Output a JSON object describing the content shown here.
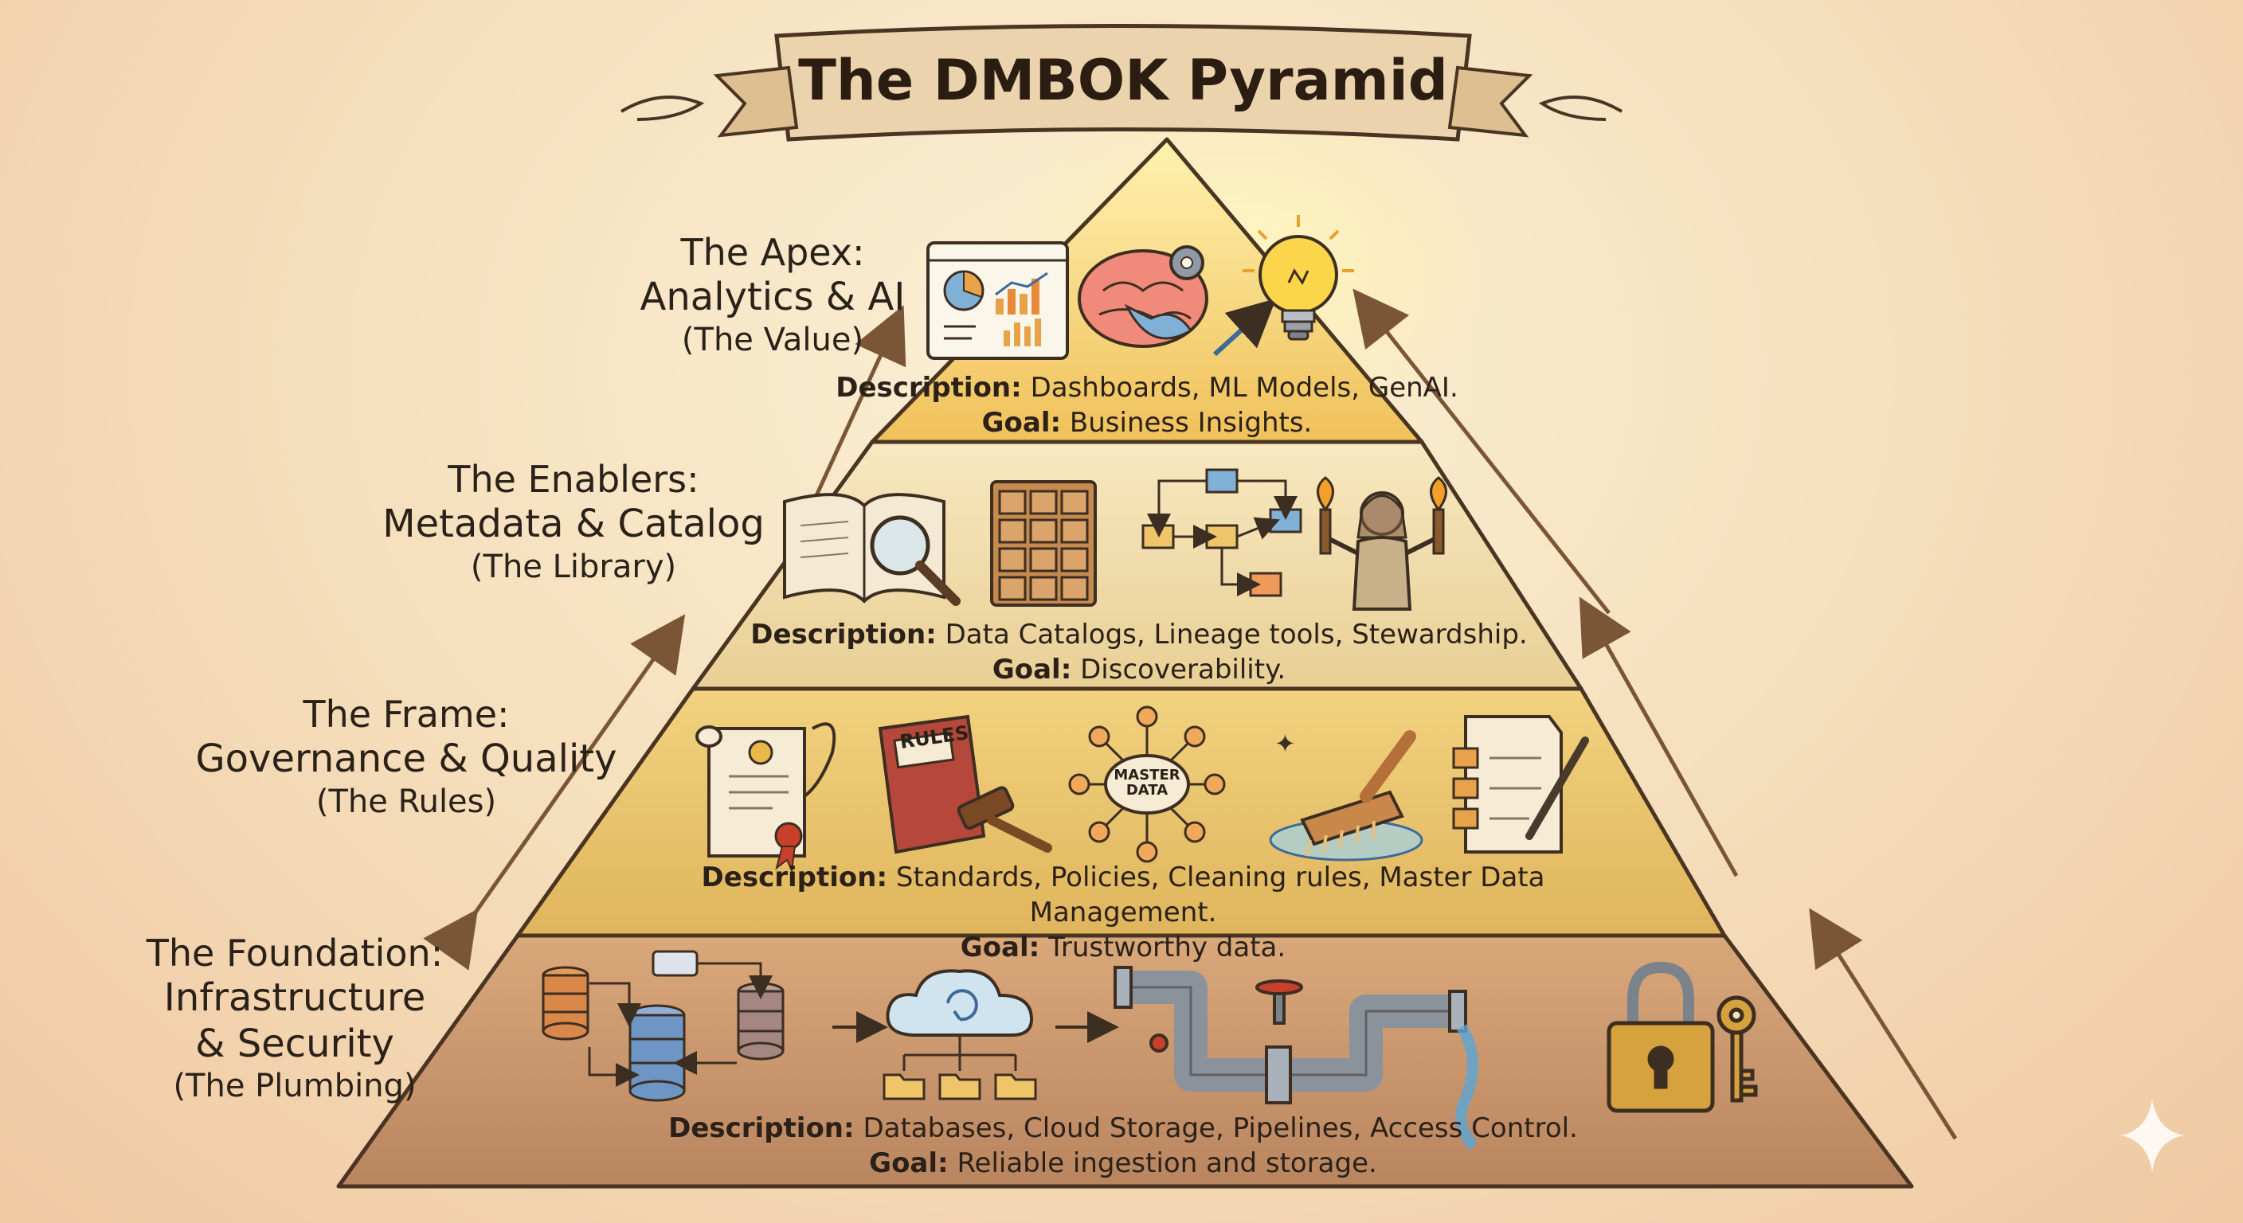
{
  "title": "The DMBOK Pyramid",
  "tiers": [
    {
      "label_line1": "The Apex:",
      "label_line2": "Analytics & AI",
      "label_line3": "(The Value)",
      "description_label": "Description:",
      "description": "Dashboards, ML Models, GenAI.",
      "goal_label": "Goal:",
      "goal": "Business Insights.",
      "icons": [
        "dashboard-icon",
        "brain-gear-icon",
        "trend-arrow-icon",
        "lightbulb-icon"
      ]
    },
    {
      "label_line1": "The Enablers:",
      "label_line2": "Metadata & Catalog",
      "label_line3": "(The Library)",
      "description_label": "Description:",
      "description": "Data Catalogs, Lineage tools, Stewardship.",
      "goal_label": "Goal:",
      "goal": "Discoverability.",
      "icons": [
        "book-magnifier-icon",
        "card-catalog-icon",
        "lineage-flow-icon",
        "steward-torches-icon"
      ]
    },
    {
      "label_line1": "The Frame:",
      "label_line2": "Governance & Quality",
      "label_line3": "(The Rules)",
      "description_label": "Description:",
      "description": "Standards, Policies, Cleaning rules, Master Data Management.",
      "goal_label": "Goal:",
      "goal": "Trustworthy data.",
      "icons": [
        "scroll-certificate-icon",
        "rules-book-gavel-icon",
        "master-data-hub-icon",
        "scrub-brush-icon",
        "checklist-pen-icon"
      ],
      "rules_text": "RULES",
      "master_data_text": "MASTER DATA"
    },
    {
      "label_line1": "The Foundation:",
      "label_line2": "Infrastructure & Security",
      "label_line2a": "Infrastructure",
      "label_line2b": "& Security",
      "label_line3": "(The Plumbing)",
      "description_label": "Description:",
      "description": "Databases, Cloud Storage, Pipelines, Access Control.",
      "goal_label": "Goal:",
      "goal": "Reliable ingestion and storage.",
      "icons": [
        "database-cluster-icon",
        "cloud-sync-icon",
        "pipeline-icon",
        "padlock-key-icon"
      ]
    }
  ],
  "colors": {
    "tier_apex": "#f6cf6a",
    "tier_enablers": "#efd9a4",
    "tier_frame": "#e8c36a",
    "tier_foundation": "#c9976a",
    "outline": "#4a3422",
    "banner": "#e9d2ac",
    "arrow": "#7a5636"
  }
}
